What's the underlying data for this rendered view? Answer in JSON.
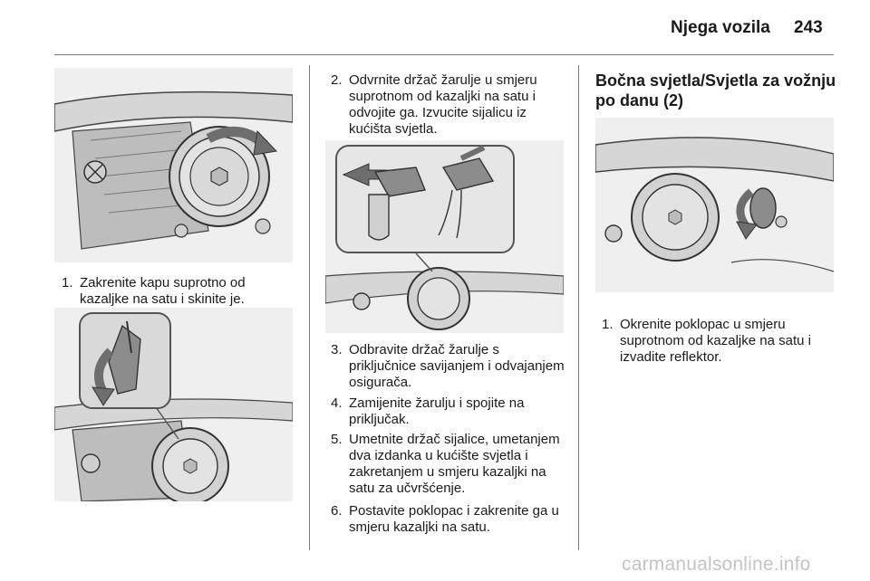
{
  "header": {
    "title": "Njega vozila",
    "page_number": "243"
  },
  "column1": {
    "step1_num": "1.",
    "step1_text": "Zakrenite kapu suprotno od kazaljke na satu i skinite je."
  },
  "column2": {
    "step2_num": "2.",
    "step2_text": "Odvrnite držač žarulje u smjeru suprotnom od kazaljki na satu i odvojite ga. Izvucite sijalicu iz kućišta svjetla.",
    "step3_num": "3.",
    "step3_text": "Odbravite držač žarulje s priključnice savijanjem i odvajanjem osigurača.",
    "step4_num": "4.",
    "step4_text": "Zamijenite žarulju i spojite na priključak.",
    "step5_num": "5.",
    "step5_text": "Umetnite držač sijalice, umetanjem dva izdanka u kućište svjetla i zakretanjem u smjeru kazaljki na satu za učvršćenje.",
    "step6_num": "6.",
    "step6_text": "Postavite poklopac i zakrenite ga u smjeru kazaljki na satu."
  },
  "column3": {
    "section_title": "Bočna svjetla/Svjetla za vožnju po danu (2)",
    "step1_num": "1.",
    "step1_text": "Okrenite poklopac u smjeru suprotnom od kazaljke na satu i izvadite reflektor."
  },
  "footer": {
    "watermark": "carmanualsonline.info"
  },
  "colors": {
    "figure_background": "#eeeeee",
    "figure_line": "#333333",
    "arrow_gray": "#6e6e6e",
    "watermark": "#c4c4c4"
  }
}
